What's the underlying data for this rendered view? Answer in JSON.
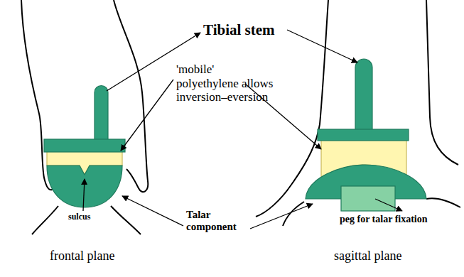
{
  "diagram": {
    "labels": [
      "Tibial stem",
      "'mobile' polyethylene allows inversion–eversion",
      "sulcus",
      "Talar component",
      "peg for talar fixation",
      "frontal plane",
      "sagittal plane"
    ]
  }
}
